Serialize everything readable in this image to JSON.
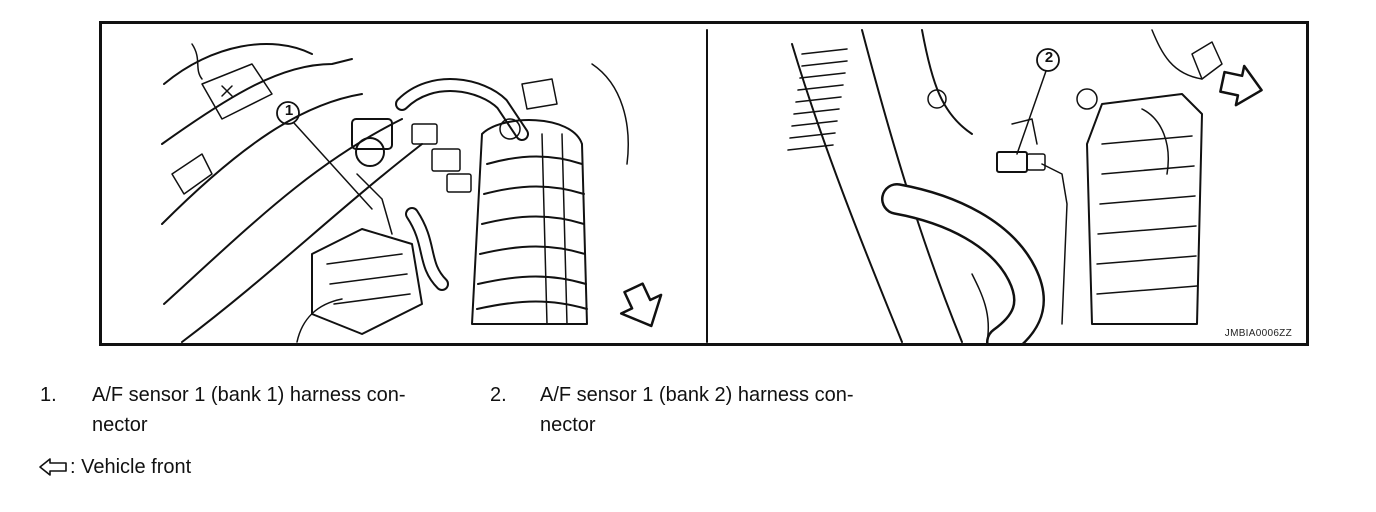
{
  "figure": {
    "code": "JMBIA0006ZZ",
    "callouts": [
      "1",
      "2"
    ]
  },
  "legend": [
    {
      "number": "1.",
      "line1": "A/F sensor 1 (bank 1) harness con-",
      "line2": "nector"
    },
    {
      "number": "2.",
      "line1": "A/F sensor 1 (bank 2) harness con-",
      "line2": "nector"
    }
  ],
  "front_note": {
    "icon": "front-arrow-icon",
    "text": ": Vehicle front"
  }
}
